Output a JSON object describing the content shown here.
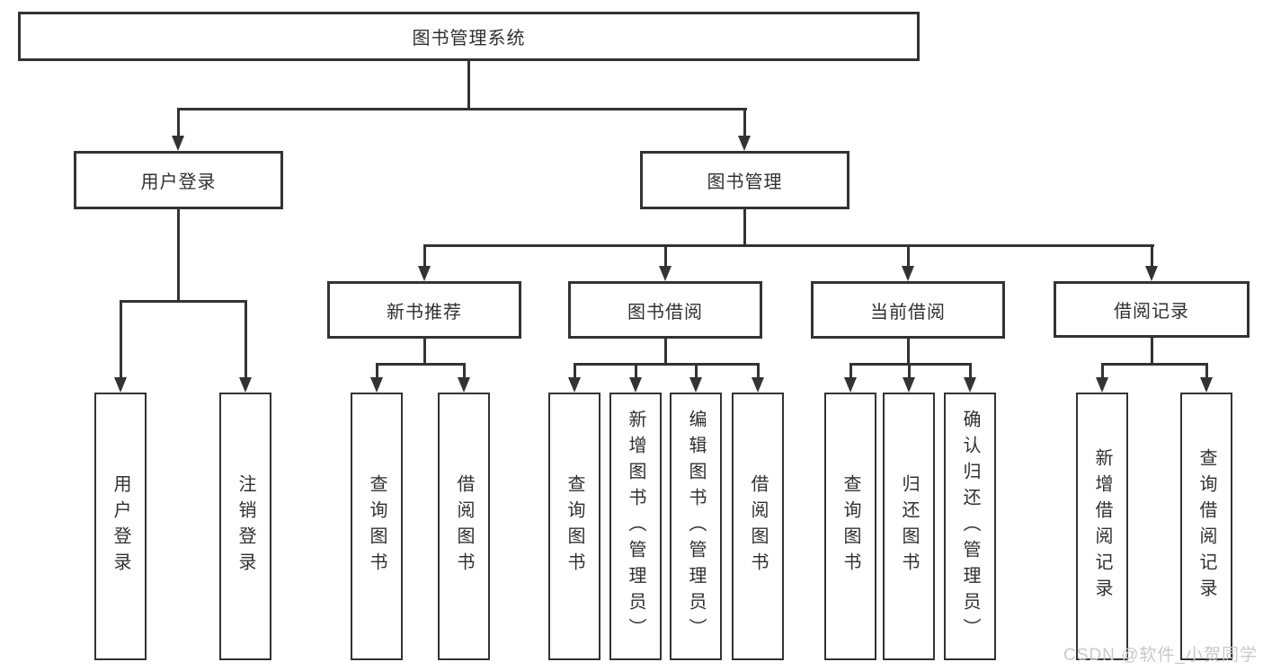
{
  "colors": {
    "line": "#333333",
    "text": "#303030",
    "box_fill": "#ffffff",
    "background": "#ffffff",
    "watermark": "#c9c9c9"
  },
  "nodes": {
    "root": {
      "label": "图书管理系统"
    },
    "level2": [
      {
        "label": "用户登录"
      },
      {
        "label": "图书管理"
      }
    ],
    "level3": [
      {
        "label": "新书推荐"
      },
      {
        "label": "图书借阅"
      },
      {
        "label": "当前借阅"
      },
      {
        "label": "借阅记录"
      }
    ],
    "leaves": {
      "user_login": [
        {
          "label": "用户登录"
        },
        {
          "label": "注销登录"
        }
      ],
      "new_book_recommend": [
        {
          "label": "查询图书"
        },
        {
          "label": "借阅图书"
        }
      ],
      "book_borrow": [
        {
          "label": "查询图书"
        },
        {
          "label": "新增图书（管理员）"
        },
        {
          "label": "编辑图书（管理员）"
        },
        {
          "label": "借阅图书"
        }
      ],
      "current_borrow": [
        {
          "label": "查询图书"
        },
        {
          "label": "归还图书"
        },
        {
          "label": "确认归还（管理员）"
        }
      ],
      "borrow_record": [
        {
          "label": "新增借阅记录"
        },
        {
          "label": "查询借阅记录"
        }
      ]
    }
  },
  "watermark": {
    "text": "CSDN @软件_小贺同学"
  }
}
